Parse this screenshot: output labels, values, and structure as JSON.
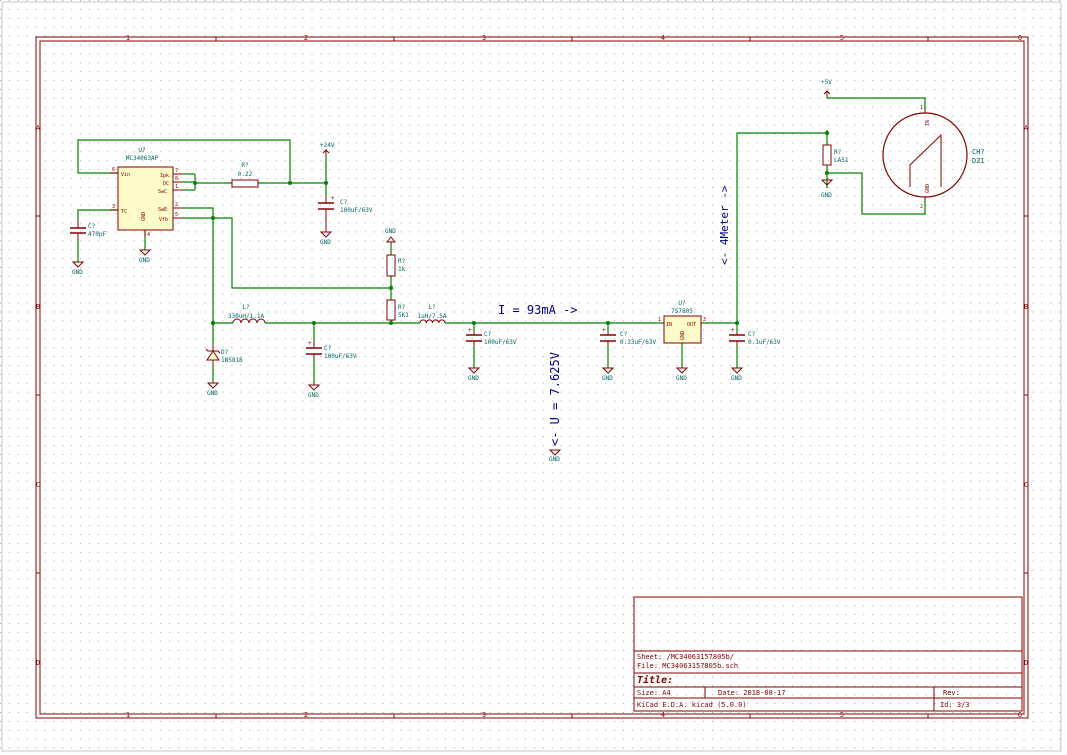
{
  "app": {
    "name": "KiCad E.D.A. eeschema schematic sheet"
  },
  "colors": {
    "frame": "#840000",
    "wire": "#008400",
    "component_body": "#fffbc8",
    "component_outline": "#840000",
    "label": "#000084",
    "ref": "#006464",
    "grid": "#a0a0a0",
    "background": "#ffffff"
  },
  "frame": {
    "col_labels": [
      "1",
      "2",
      "3",
      "4",
      "5",
      "6"
    ],
    "row_labels": [
      "A",
      "B",
      "C",
      "D"
    ]
  },
  "components": {
    "u_mc34063": {
      "ref": "U?",
      "value": "MC34063AP",
      "pins": {
        "vin": "Vin",
        "ipk": "Ipk",
        "dc": "DC",
        "swc": "SwC",
        "tc": "TC",
        "gnd": "GND",
        "swe": "SwE",
        "vfb": "Vfb",
        "n6": "6",
        "n7": "7",
        "n8": "8",
        "n1": "1",
        "n3": "3",
        "n4": "4",
        "n2": "2",
        "n5": "5"
      }
    },
    "r_sense": {
      "ref": "R?",
      "value": "0.22"
    },
    "c_tc": {
      "ref": "C?",
      "value": "470pF"
    },
    "c_in": {
      "ref": "C?",
      "value": "100uF/63V"
    },
    "r_1k": {
      "ref": "R?",
      "value": "1k"
    },
    "r_5k1": {
      "ref": "R?",
      "value": "5K1"
    },
    "l_main": {
      "ref": "L?",
      "value": "330uH/1.1A"
    },
    "d_schottky": {
      "ref": "D?",
      "value": "1N5818"
    },
    "c_out1": {
      "ref": "C?",
      "value": "100uF/63V"
    },
    "l_filter": {
      "ref": "L?",
      "value": "1uH/7.5A"
    },
    "c_out2": {
      "ref": "C?",
      "value": "100uF/63V"
    },
    "c_reg_in": {
      "ref": "C?",
      "value": "0.33uF/63V"
    },
    "u_reg": {
      "ref": "U?",
      "value": "7S7805",
      "pins": {
        "in": "IN",
        "out": "OUT",
        "gnd": "GND",
        "n1": "1",
        "n3": "3"
      }
    },
    "c_reg_out": {
      "ref": "C?",
      "value": "0.1uF/63V"
    },
    "r_led": {
      "ref": "R?",
      "value": "LA51"
    },
    "meter": {
      "ref": "CH?",
      "value": "DZ1",
      "pins": {
        "in": "IN",
        "gnd": "GND",
        "n1": "1",
        "n2": "2"
      }
    }
  },
  "power": {
    "v24": "+24V",
    "v5": "+5V",
    "gnd": "GND",
    "pin_plus": "+",
    "pin_1": "1",
    "pin_2": "2"
  },
  "annotations": {
    "current": "I = 93mA ->",
    "voltage": "<- U = 7.625V",
    "meter": "<- 4Meter ->"
  },
  "title_block": {
    "sheet": "Sheet: /MC34063157805b/",
    "file": "File: MC34063157805b.sch",
    "title": "Title:",
    "size": "Size: A4",
    "date": "Date: 2018-08-17",
    "rev": "Rev:",
    "tool": "KiCad E.D.A.  kicad (5.0.0)",
    "id": "Id: 3/3"
  }
}
